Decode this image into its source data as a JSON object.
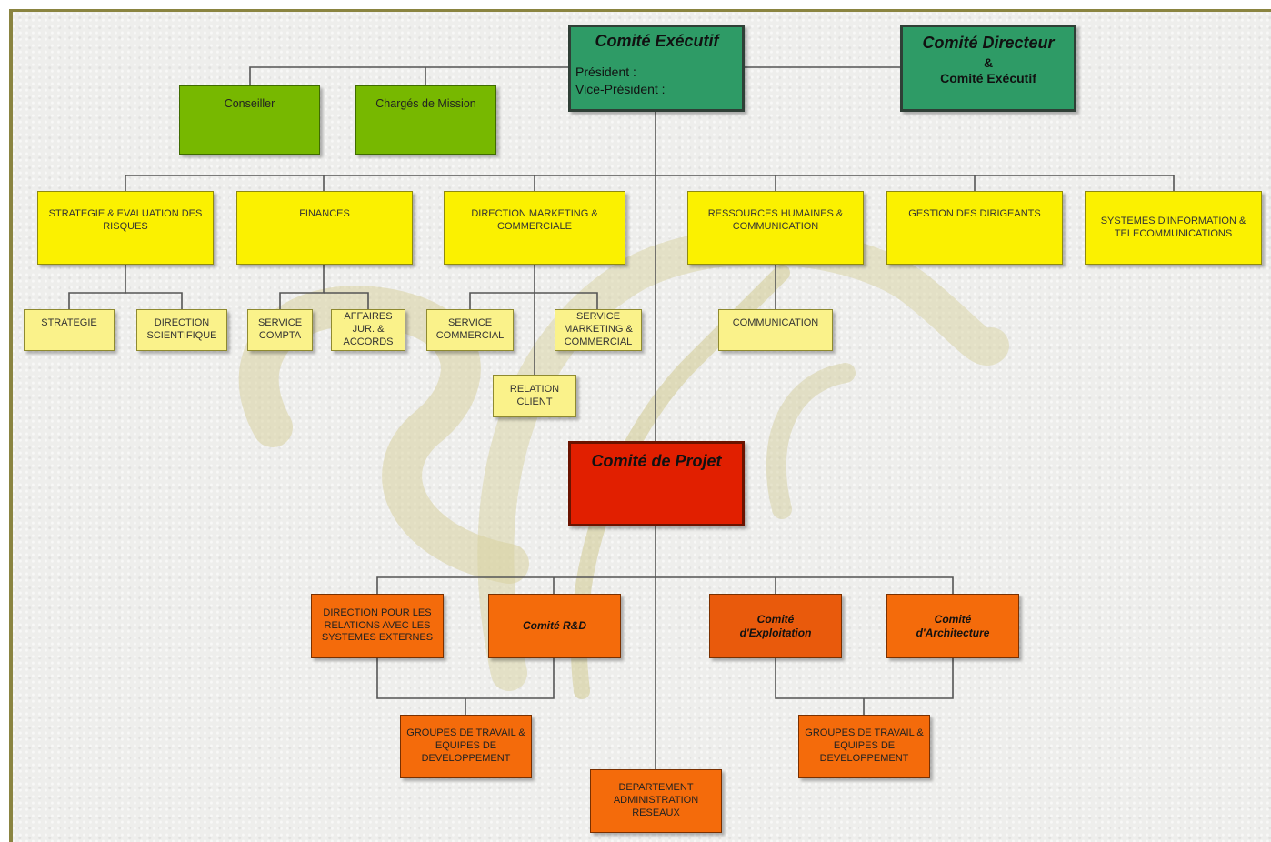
{
  "executive": {
    "title": "Comité Exécutif",
    "president": "Président :",
    "vice_president": "Vice-Président :"
  },
  "directeur": {
    "line1": "Comité Directeur",
    "line2": "&",
    "line3": "Comité Exécutif"
  },
  "advisors": {
    "conseiller": "Conseiller",
    "charges": "Chargés de Mission"
  },
  "departments": {
    "strategie": "STRATEGIE & EVALUATION DES RISQUES",
    "finances": "FINANCES",
    "marketing": "DIRECTION MARKETING & COMMERCIALE",
    "rh": "RESSOURCES HUMAINES & COMMUNICATION",
    "dirigeants": "GESTION DES DIRIGEANTS",
    "si": "SYSTEMES D'INFORMATION & TELECOMMUNICATIONS"
  },
  "sub_units": {
    "strategie_unit": "STRATEGIE",
    "direction_scientifique": "DIRECTION SCIENTIFIQUE",
    "service_compta": "SERVICE COMPTA",
    "affaires_jur": "AFFAIRES JUR. & ACCORDS",
    "service_commercial": "SERVICE COMMERCIAL",
    "service_marketing": "SERVICE MARKETING & COMMERCIAL",
    "relation_client": "RELATION CLIENT",
    "communication": "COMMUNICATION"
  },
  "projet": {
    "title": "Comité de Projet"
  },
  "project_units": {
    "relations_externes": "DIRECTION POUR LES RELATIONS AVEC LES SYSTEMES EXTERNES",
    "rd": "Comité R&D",
    "exploitation_l1": "Comité",
    "exploitation_l2": "d'Exploitation",
    "architecture_l1": "Comité",
    "architecture_l2": "d'Architecture",
    "groupes_left": "GROUPES DE TRAVAIL & EQUIPES DE DEVELOPPEMENT",
    "groupes_right": "GROUPES DE TRAVAIL & EQUIPES DE DEVELOPPEMENT",
    "admin_reseaux": "DEPARTEMENT ADMINISTRATION RESEAUX"
  }
}
